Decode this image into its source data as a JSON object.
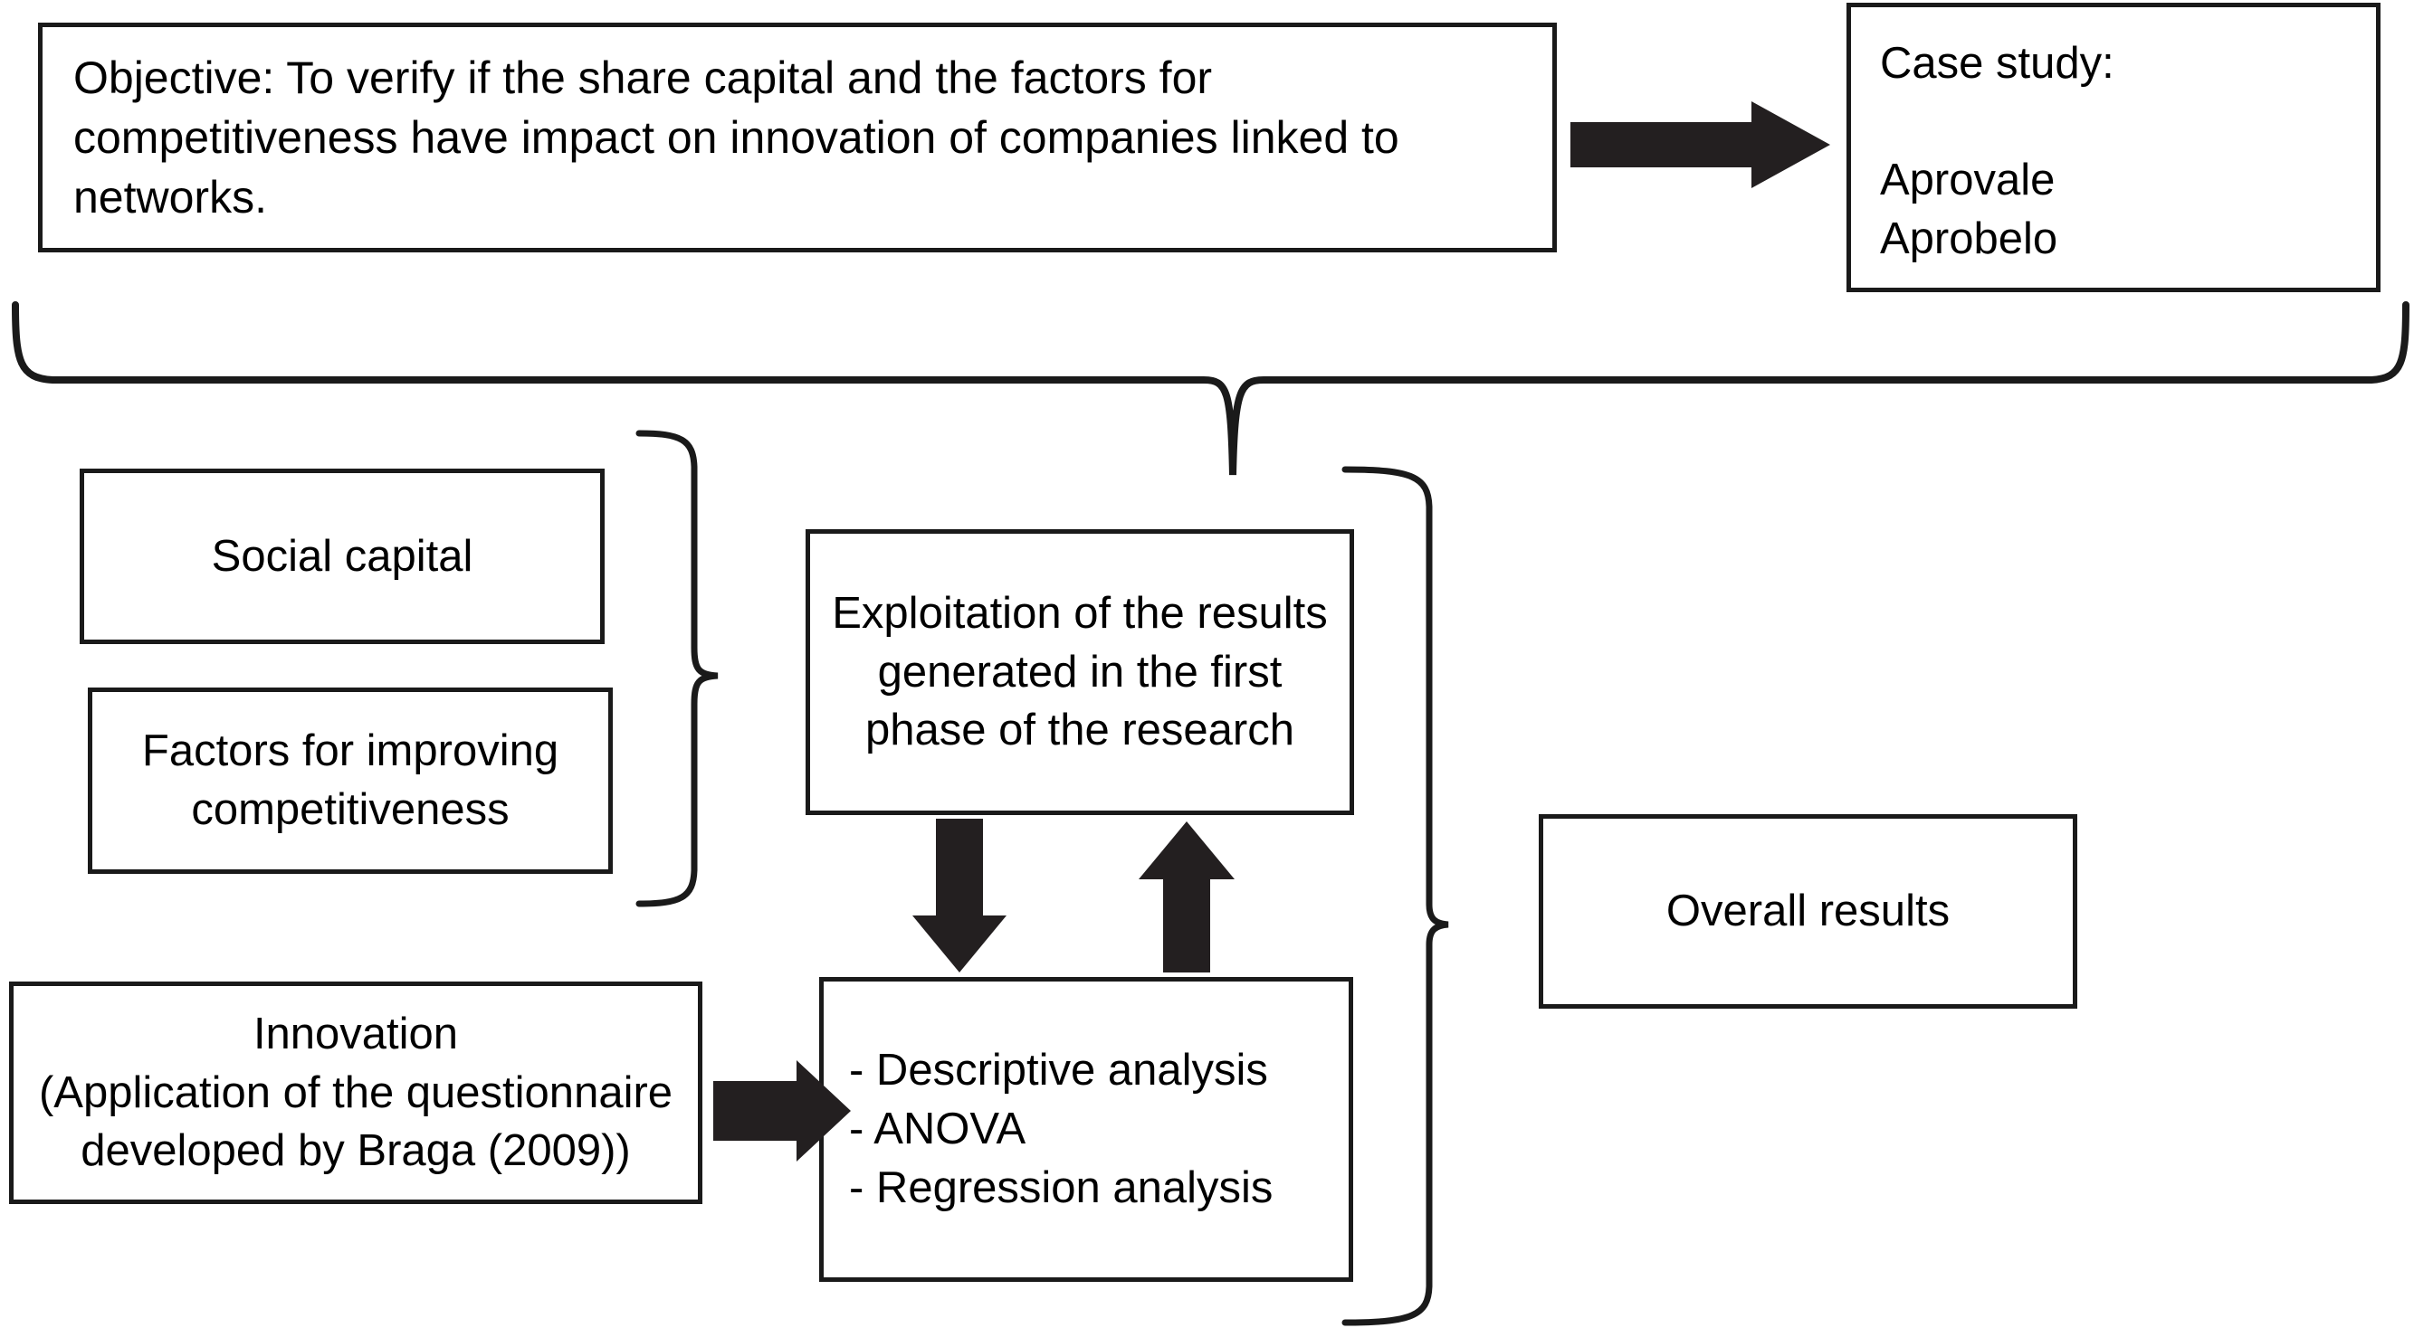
{
  "diagram": {
    "title": "Research design flowchart",
    "stroke_color": "#1a1a1a",
    "arrow_color": "#231f20",
    "background": "#ffffff",
    "boxes": {
      "objective": {
        "label": "objective",
        "text": "Objective: To verify if the share capital and the factors for competitiveness have impact on innovation of companies linked to networks."
      },
      "case_study": {
        "label": "case-study",
        "text": "Case study:\n\nAprovale\nAprobelo"
      },
      "social_capital": {
        "label": "social-capital",
        "text": "Social capital"
      },
      "factors": {
        "label": "factors-for-improving-competitiveness",
        "text": "Factors for improving competitiveness"
      },
      "exploitation": {
        "label": "exploitation-of-results",
        "text": "Exploitation of the results generated in the first phase of the research"
      },
      "innovation": {
        "label": "innovation",
        "text": "Innovation\n(Application of the questionnaire developed by Braga (2009))"
      },
      "analysis": {
        "label": "analysis-methods",
        "text": "- Descriptive analysis\n- ANOVA\n- Regression analysis",
        "items": [
          "- Descriptive analysis",
          "- ANOVA",
          "- Regression analysis"
        ]
      },
      "overall_results": {
        "label": "overall-results",
        "text": "Overall results"
      }
    },
    "connectors": [
      {
        "name": "objective-to-case-study-arrow",
        "type": "arrow",
        "direction": "right"
      },
      {
        "name": "top-grouping-brace",
        "type": "brace",
        "direction": "down"
      },
      {
        "name": "inputs-grouping-brace",
        "type": "brace",
        "direction": "right"
      },
      {
        "name": "exploitation-to-analysis-arrow",
        "type": "arrow",
        "direction": "down"
      },
      {
        "name": "analysis-to-exploitation-arrow",
        "type": "arrow",
        "direction": "up"
      },
      {
        "name": "innovation-to-analysis-arrow",
        "type": "arrow",
        "direction": "right"
      },
      {
        "name": "results-grouping-brace",
        "type": "brace",
        "direction": "right"
      }
    ]
  }
}
